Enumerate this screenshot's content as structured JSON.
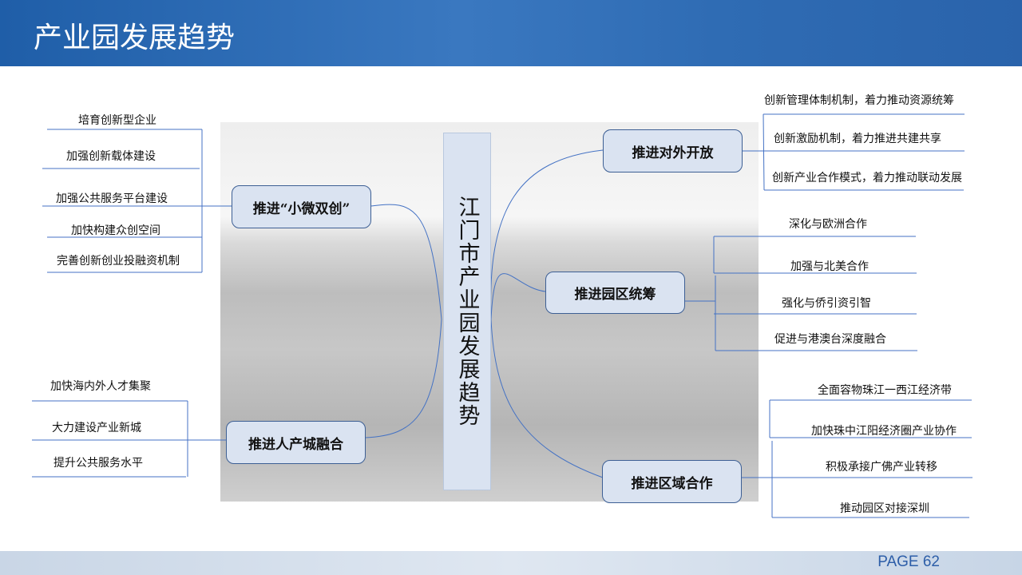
{
  "header": {
    "title": "产业园发展趋势"
  },
  "center": {
    "title": "江门市产业园发展趋势"
  },
  "branches": [
    {
      "label": "推进“小微双创”",
      "items": [
        "培育创新型企业",
        "加强创新载体建设",
        "加强公共服务平台建设",
        "加快构建众创空间",
        "完善创新创业投融资机制"
      ]
    },
    {
      "label": "推进人产城融合",
      "items": [
        "加快海内外人才集聚",
        "大力建设产业新城",
        "提升公共服务水平"
      ]
    },
    {
      "label": "推进对外开放",
      "items": [
        "创新管理体制机制，着力推动资源统筹",
        "创新激励机制，着力推进共建共享",
        "创新产业合作模式，着力推动联动发展"
      ]
    },
    {
      "label": "推进园区统筹",
      "items": [
        "深化与欧洲合作",
        "加强与北美合作",
        "强化与侨引资引智",
        "促进与港澳台深度融合"
      ]
    },
    {
      "label": "推进区域合作",
      "items": [
        "全面容物珠江一西江经济带",
        "加快珠中江阳经济圈产业协作",
        "积极承接广佛产业转移",
        "推动园区对接深圳"
      ]
    }
  ],
  "footer": {
    "page": "PAGE 62"
  },
  "colors": {
    "header": "#2f6cb4",
    "node_fill": "#dae3f1",
    "line": "#4472c4"
  }
}
